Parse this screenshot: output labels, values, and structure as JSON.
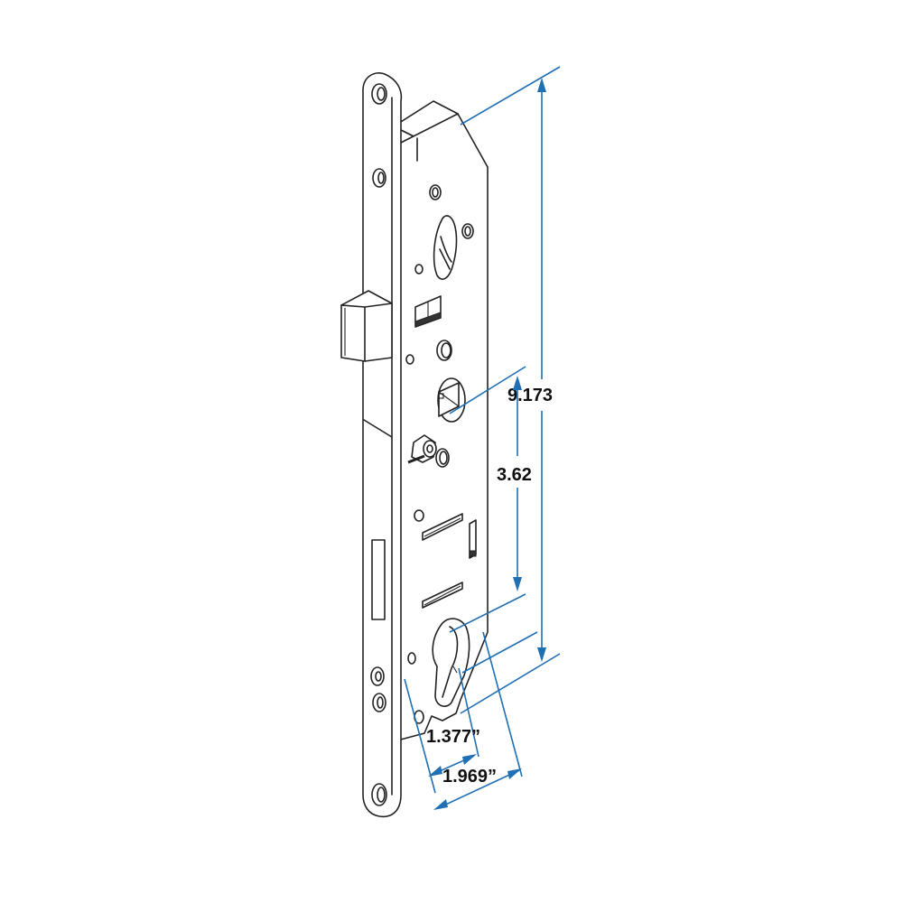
{
  "diagram": {
    "subject": "Mortise lock body with faceplate, latch and euro-cylinder cutout",
    "colors": {
      "dimension_line": "#1f6fb5",
      "outline": "#222222",
      "background": "#ffffff",
      "label_text": "#111111"
    },
    "dimensions": {
      "overall_height": {
        "label": "9.173"
      },
      "spindle_to_cylinder": {
        "label": "3.62"
      },
      "backset_inner": {
        "label": "1.377”"
      },
      "backset_outer": {
        "label": "1.969”"
      }
    },
    "components": [
      "faceplate",
      "lock-case",
      "latch-bolt",
      "spindle-hub",
      "auxiliary-trigger",
      "euro-cylinder-cutout",
      "faceplate-screw-holes",
      "deadbolt-slot"
    ]
  }
}
